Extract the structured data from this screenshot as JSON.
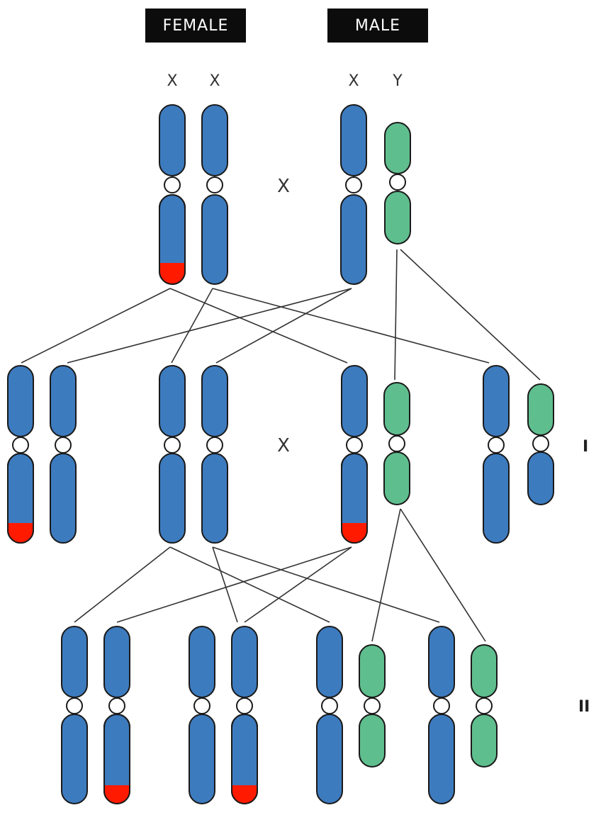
{
  "headers": {
    "female": "FEMALE",
    "male": "MALE"
  },
  "chromosome_labels": [
    "X",
    "X",
    "X",
    "Y"
  ],
  "cross_symbol": "X",
  "generation_labels": [
    "I",
    "II"
  ],
  "colors": {
    "x_chromosome": "#3d7bbf",
    "y_chromosome": "#5fbe8e",
    "marked_segment": "#ff1a00",
    "centromere": "#ffffff",
    "outline": "#1a1a1a",
    "header_bg": "#0c0c0c"
  }
}
